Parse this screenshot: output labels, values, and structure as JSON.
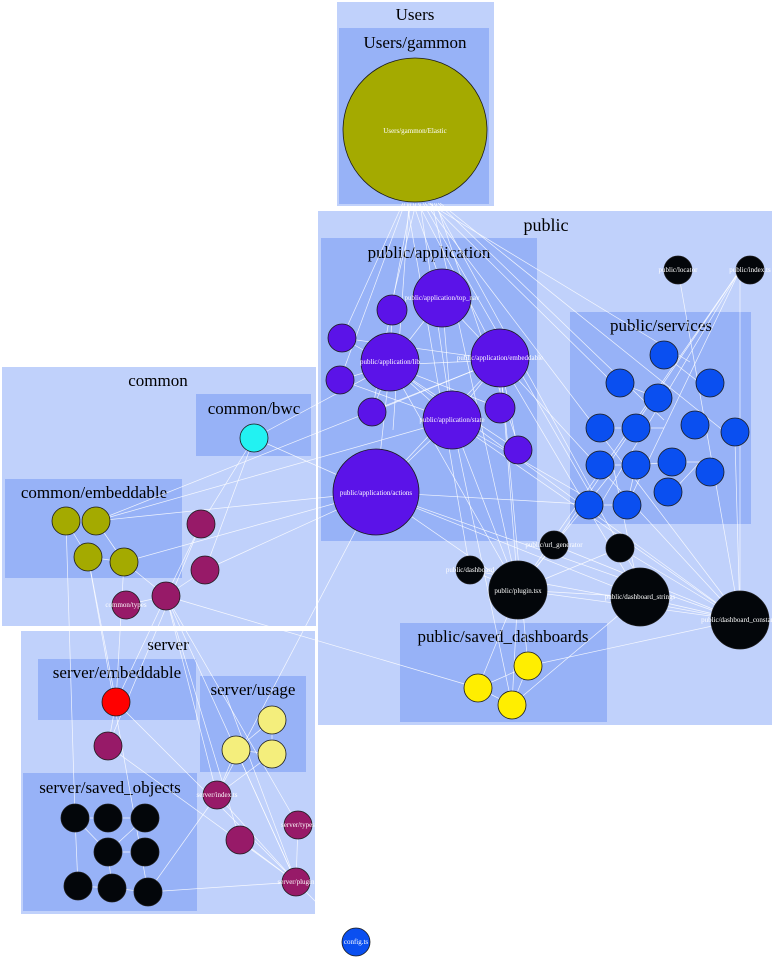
{
  "colors": {
    "edge": "#ffffff",
    "cluster_outer": "#c0d1fb",
    "cluster_inner": "#97b2f7",
    "node_stroke": "#1a1a1a",
    "olive": "#a4aa00",
    "purple": "#5b13e8",
    "blue": "#0a4ff0",
    "black": "#03060a",
    "cyan": "#22f2f2",
    "maroon": "#971a68",
    "red": "#ff0000",
    "light_yellow": "#f4ee7c",
    "yellow": "#ffee00"
  },
  "clusters": {
    "users": "Users",
    "users_gammon": "Users/gammon",
    "public": "public",
    "public_application": "public/application",
    "public_services": "public/services",
    "public_saved_dashboards": "public/saved_dashboards",
    "common": "common",
    "common_bwc": "common/bwc",
    "common_embeddable": "common/embeddable",
    "server": "server",
    "server_embeddable": "server/embeddable",
    "server_usage": "server/usage",
    "server_saved_objects": "server/saved_objects"
  },
  "nodes": {
    "elastic": "Users/gammon/Elastic",
    "actions": "public/application/actions",
    "plugin_tsx": "public/plugin.tsx",
    "dashboard_strings": "public/dashboard_strings",
    "dashboard_constants": "public/dashboard_constants",
    "public_application_lib": "public/application/lib",
    "public_application_embeddable": "public/application/embeddable",
    "public_application_top_nav": "public/application/top_nav",
    "public_application_state": "public/application/state",
    "public_locator": "public/locator",
    "public_index": "public/index.ts",
    "public_plugin": "public/plugin",
    "public_url_generator": "public/url_generator",
    "public_dashboard": "public/dashboard",
    "config": "config.ts",
    "server_types": "server/types",
    "server_plugin": "server/plugin",
    "server_index": "server/index.ts",
    "common_types": "common/types"
  }
}
